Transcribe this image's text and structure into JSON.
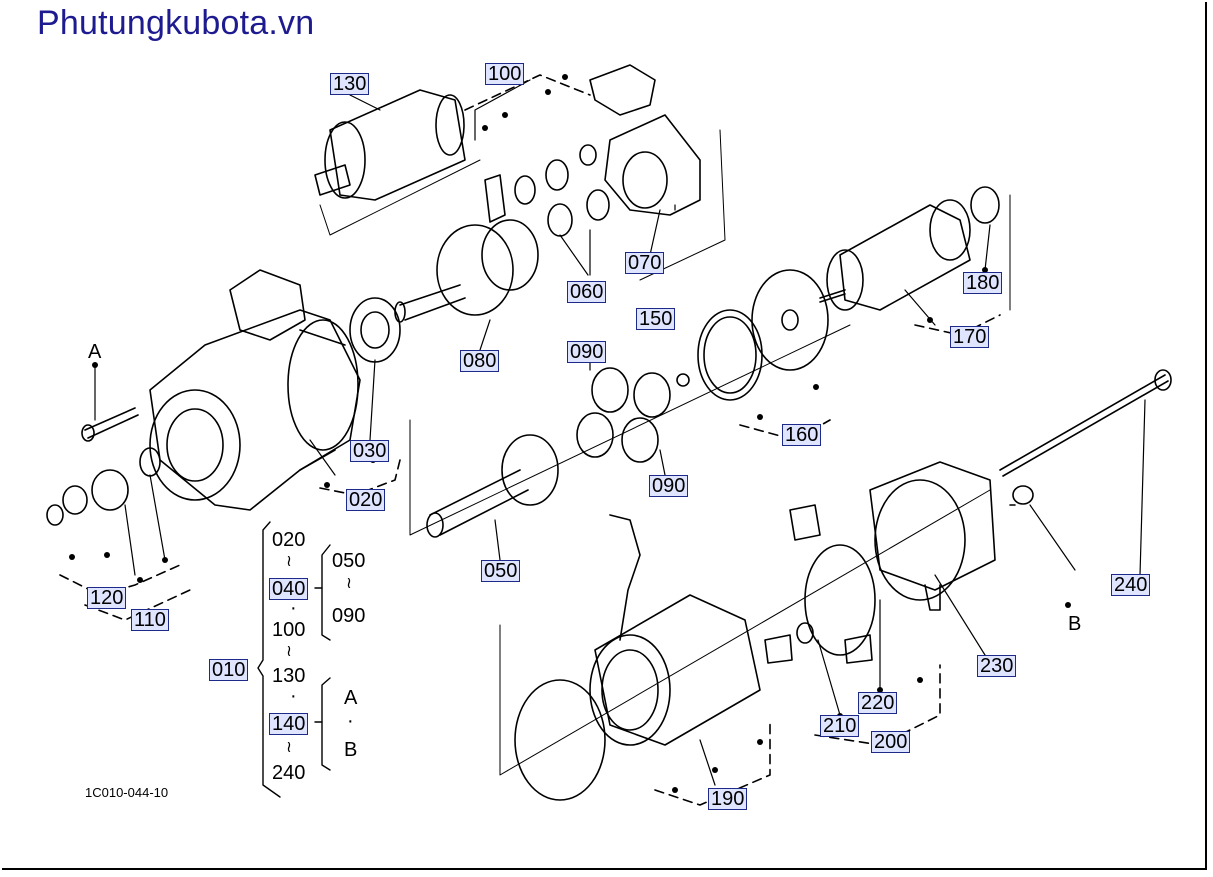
{
  "watermark": "Phutungkubota.vn",
  "diagram_code": "1C010-044-10",
  "part_labels": {
    "p010": "010",
    "p020": "020",
    "p030": "030",
    "p050": "050",
    "p060": "060",
    "p070": "070",
    "p080": "080",
    "p090a": "090",
    "p090b": "090",
    "p100": "100",
    "p110": "110",
    "p120": "120",
    "p130": "130",
    "p150": "150",
    "p160": "160",
    "p170": "170",
    "p180": "180",
    "p190": "190",
    "p200": "200",
    "p210": "210",
    "p220": "220",
    "p230": "230",
    "p240": "240"
  },
  "point_labels": {
    "a": "A",
    "b": "B"
  },
  "legend": {
    "group1": [
      "020",
      "040",
      "100",
      "130",
      "140",
      "240"
    ],
    "group2": [
      "050",
      "090"
    ],
    "group3": [
      "A",
      "B"
    ],
    "root": "010",
    "range_symbol": "≀",
    "dot_symbol": "·"
  },
  "colors": {
    "label_box_border": "#1e2a8a",
    "label_box_fill": "#dfe4ff",
    "watermark": "#1d1b8f"
  }
}
